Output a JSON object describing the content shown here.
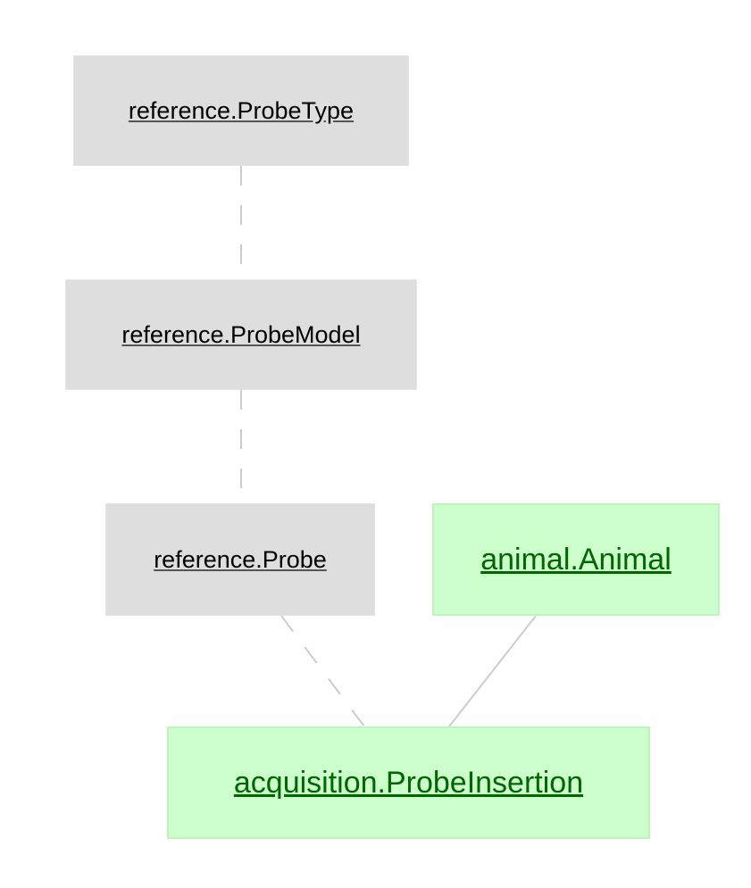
{
  "diagram": {
    "nodes": {
      "probe_type": {
        "label": "reference.ProbeType",
        "kind": "lookup"
      },
      "probe_model": {
        "label": "reference.ProbeModel",
        "kind": "lookup"
      },
      "probe": {
        "label": "reference.Probe",
        "kind": "lookup"
      },
      "animal": {
        "label": "animal.Animal",
        "kind": "manual"
      },
      "probe_insertion": {
        "label": "acquisition.ProbeInsertion",
        "kind": "manual"
      }
    },
    "edges": [
      {
        "from": "probe_type",
        "to": "probe_model",
        "style": "dashed"
      },
      {
        "from": "probe_model",
        "to": "probe",
        "style": "dashed"
      },
      {
        "from": "probe",
        "to": "probe_insertion",
        "style": "dashed"
      },
      {
        "from": "animal",
        "to": "probe_insertion",
        "style": "solid"
      }
    ],
    "colors": {
      "lookup_fill": "#dedede",
      "manual_fill": "#ccffcc",
      "manual_text": "#006600",
      "lookup_text": "#000000",
      "edge": "#cccccc"
    }
  }
}
